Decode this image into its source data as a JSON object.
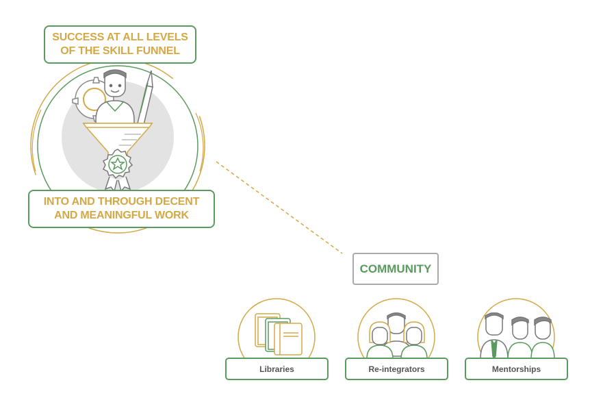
{
  "hub": {
    "top_label_line1": "SUCCESS AT ALL LEVELS",
    "top_label_line2": "OF THE SKILL FUNNEL",
    "bottom_label_line1": "INTO AND THROUGH DECENT",
    "bottom_label_line2": "AND MEANINGFUL WORK",
    "icon": "person-funnel-award-icon"
  },
  "community": {
    "label": "COMMUNITY"
  },
  "items": [
    {
      "label": "Libraries",
      "icon": "books-icon"
    },
    {
      "label": "Re-integrators",
      "icon": "group-of-people-icon"
    },
    {
      "label": "Mentorships",
      "icon": "mentor-group-icon"
    }
  ],
  "colors": {
    "gold": "#d3a845",
    "green": "#5a9a5e",
    "gray_border": "#a9a9a9",
    "text_gray": "#555555"
  }
}
